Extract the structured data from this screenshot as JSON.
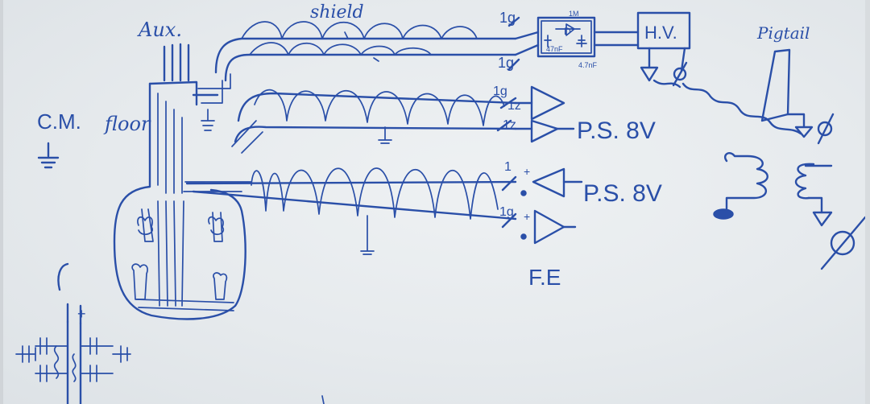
{
  "labels": {
    "aux": "Aux.",
    "shield": "shield",
    "cm": "C.M.",
    "floor": "floor",
    "hv": "H.V.",
    "pigtail": "Pigtail",
    "ps_top": "P.S. 8V",
    "ps_bottom": "P.S. 8V",
    "fe": "F.E",
    "w1": "1g",
    "w2": "1g",
    "w3": "1g",
    "w4": "1z",
    "w5": "1z",
    "w6": "1",
    "w7": "1g",
    "plus1": "+",
    "plus2": "+",
    "plus3": "+",
    "cap_a": "47nF",
    "cap_b": "4.7nF",
    "res_top": "1M",
    "diode": "D"
  },
  "colors": {
    "ink": "#2a4fa8",
    "board": "#e6eaed"
  }
}
